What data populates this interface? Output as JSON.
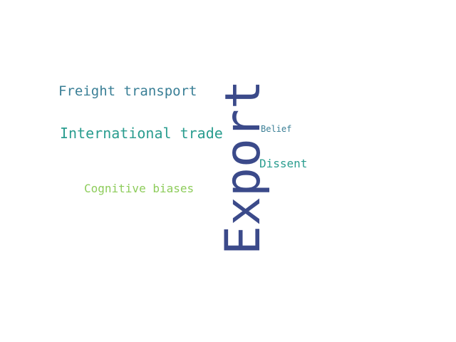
{
  "word_cloud": {
    "words": {
      "export": {
        "text": "Export",
        "color": "#3b4a8a"
      },
      "freight_transport": {
        "text": "Freight transport",
        "color": "#3a7f96"
      },
      "international_trade": {
        "text": "International trade",
        "color": "#2a9d8f"
      },
      "cognitive_biases": {
        "text": "Cognitive biases",
        "color": "#8dcc5a"
      },
      "dissent": {
        "text": "Dissent",
        "color": "#2a9d8f"
      },
      "belief": {
        "text": "Belief",
        "color": "#3a7f96"
      }
    }
  }
}
